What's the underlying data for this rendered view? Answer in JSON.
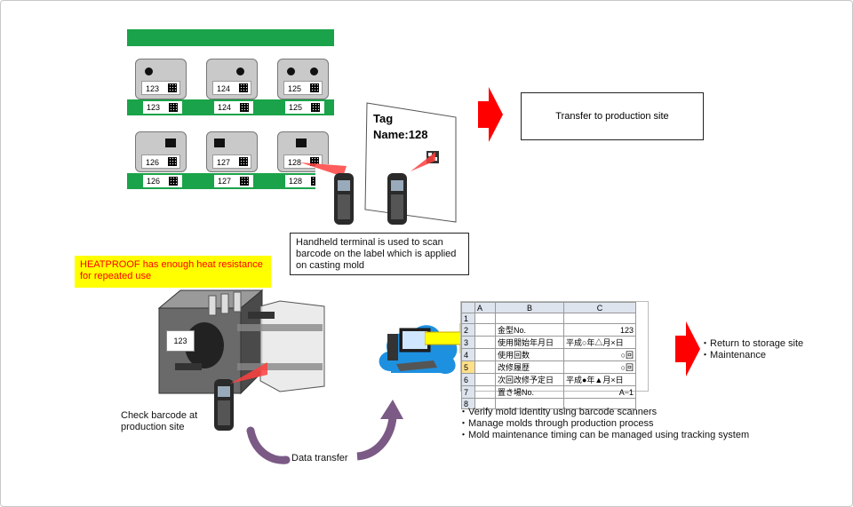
{
  "top_molds": [
    {
      "no": "123",
      "mark": "circle"
    },
    {
      "no": "124",
      "mark": "circle"
    },
    {
      "no": "125",
      "mark": "two-circles"
    }
  ],
  "bottom_molds": [
    {
      "no": "126",
      "mark": "square"
    },
    {
      "no": "127",
      "mark": "square"
    },
    {
      "no": "128",
      "mark": "square"
    }
  ],
  "tag_card": {
    "line1": "Tag",
    "line2": "Name:128"
  },
  "transfer_box": "Transfer to production site",
  "scan_caption": {
    "l1": "Handheld terminal is used to scan",
    "l2": "barcode on the label which is applied",
    "l3": "on casting mold"
  },
  "heatproof": {
    "l1": "HEATPROOF has enough heat resistance",
    "l2": "for repeated use"
  },
  "casting_tag": "123",
  "check_caption": {
    "l1": "Check barcode at",
    "l2": "production site"
  },
  "data_transfer": "Data transfer",
  "spreadsheet": {
    "col_a": "A",
    "col_b": "B",
    "col_c": "C",
    "rows": [
      {
        "n": "1",
        "b": "",
        "c": ""
      },
      {
        "n": "2",
        "b": "金型No.",
        "c": "123"
      },
      {
        "n": "3",
        "b": "使用開始年月日",
        "c": "平成○年△月×日"
      },
      {
        "n": "4",
        "b": "使用回数",
        "c": "○回"
      },
      {
        "n": "5",
        "b": "改修履歴",
        "c": "○回"
      },
      {
        "n": "6",
        "b": "次回改修予定日",
        "c": "平成●年▲月×日"
      },
      {
        "n": "7",
        "b": "置き場No.",
        "c": "A−1"
      },
      {
        "n": "8",
        "b": "",
        "c": ""
      }
    ]
  },
  "bullets_right": {
    "b1": "・Return to storage site",
    "b2": "・Maintenance"
  },
  "bullets_bottom": {
    "b1": "・Verify mold identity using barcode scanners",
    "b2": "・Manage molds through production process",
    "b3": "・Mold  maintenance timing can be managed using tracking system"
  },
  "colors": {
    "rail": "#1aa34a",
    "arrow": "#ff0000",
    "highlight": "#ffff00",
    "alert_text": "#ff0000",
    "cloud": "#1e90e0",
    "curve_arrow": "#7b5a86"
  }
}
